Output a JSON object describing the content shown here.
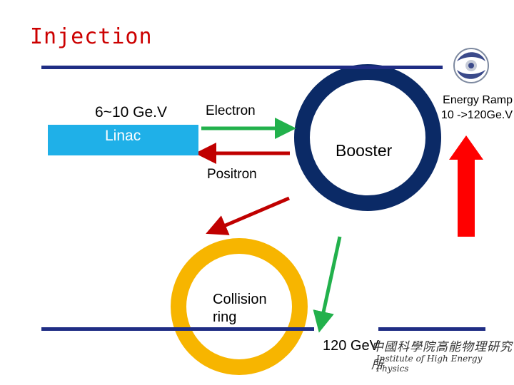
{
  "title": "Injection",
  "linac": {
    "energy": "6~10 Ge.V",
    "label": "Linac"
  },
  "beams": {
    "electron": "Electron",
    "positron": "Positron"
  },
  "booster": {
    "label": "Booster"
  },
  "energy_ramp": {
    "line1": "Energy Ramp",
    "line2": "10 ->120Ge.V"
  },
  "collision_ring": {
    "line1": "Collision",
    "line2": "ring"
  },
  "extraction": {
    "energy": "120 GeV"
  },
  "institute": {
    "name_cn": "中國科學院高能物理研究所",
    "name_en": "Institute of High Energy Physics"
  },
  "colors": {
    "title": "#cc0000",
    "rule": "#1f2d84",
    "linac": "#1fb0e8",
    "booster_ring": "#0b2a66",
    "collision_ring": "#f7b500",
    "electron_arrow": "#22b14c",
    "positron_arrow": "#c00000",
    "ramp_arrow": "#ff0000"
  },
  "icons": [
    "ihep-logo-icon",
    "electron-arrow-icon",
    "positron-arrow-icon",
    "ramp-arrow-icon",
    "transfer-arrow-icon",
    "extraction-arrow-icon"
  ]
}
